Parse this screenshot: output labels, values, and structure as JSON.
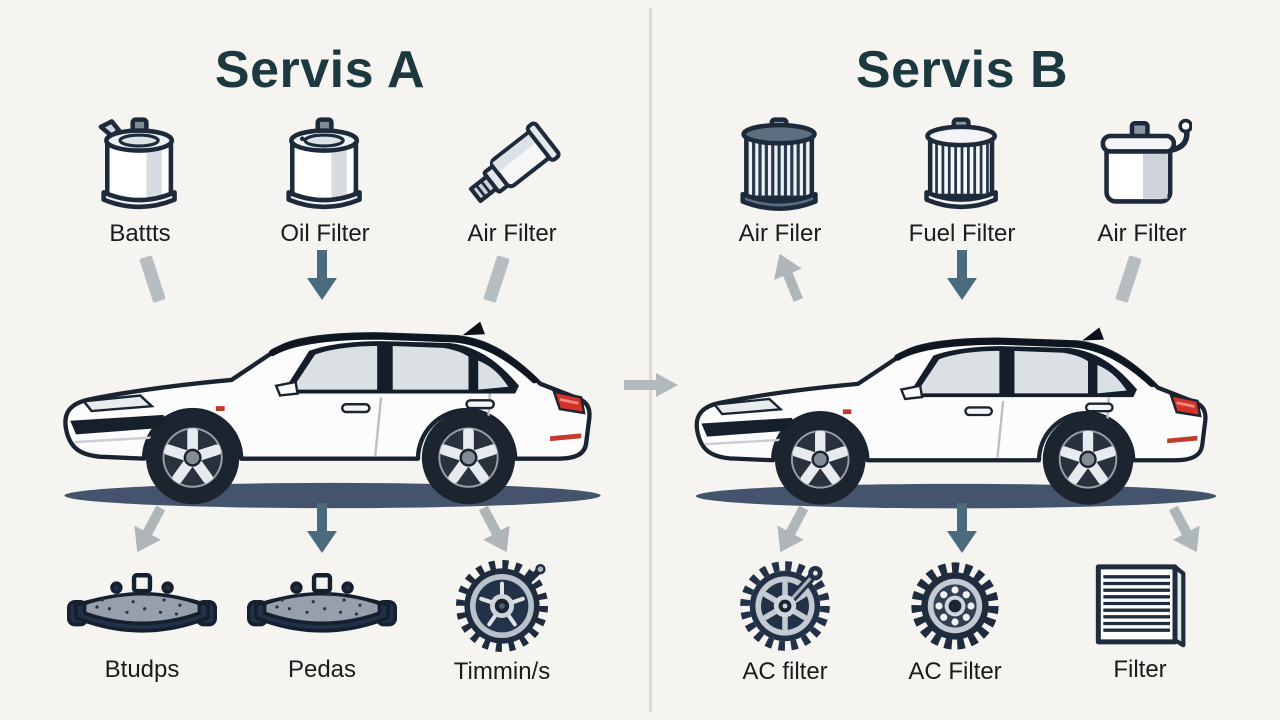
{
  "left_panel": {
    "title": "Servis A",
    "top_items": [
      {
        "label": "Battts",
        "icon": "oil-canister-icon"
      },
      {
        "label": "Oil Filter",
        "icon": "oil-filter-icon"
      },
      {
        "label": "Air Filter",
        "icon": "spark-plug-icon"
      }
    ],
    "bottom_items": [
      {
        "label": "Btudps",
        "icon": "brake-pad-icon"
      },
      {
        "label": "Pedas",
        "icon": "brake-pad-icon"
      },
      {
        "label": "Timmin/s",
        "icon": "timing-gear-icon"
      }
    ]
  },
  "right_panel": {
    "title": "Servis B",
    "top_items": [
      {
        "label": "Air Filer",
        "icon": "air-filter-pleated-icon"
      },
      {
        "label": "Fuel Filter",
        "icon": "fuel-filter-pleated-icon"
      },
      {
        "label": "Air Filter",
        "icon": "oil-can-icon"
      }
    ],
    "bottom_items": [
      {
        "label": "AC filter",
        "icon": "gear-wrench-icon"
      },
      {
        "label": "AC Filter",
        "icon": "sprocket-icon"
      },
      {
        "label": "Filter",
        "icon": "cabin-filter-icon"
      }
    ]
  },
  "colors": {
    "background": "#f5f4f1",
    "title": "#1d3940",
    "label": "#1b1b1b",
    "outline_navy": "#1a2431",
    "arrow_dark": "#4a6b7b",
    "arrow_light": "#aeb6ba",
    "taillight_red": "#d23227",
    "car_shadow": "#44546c"
  }
}
